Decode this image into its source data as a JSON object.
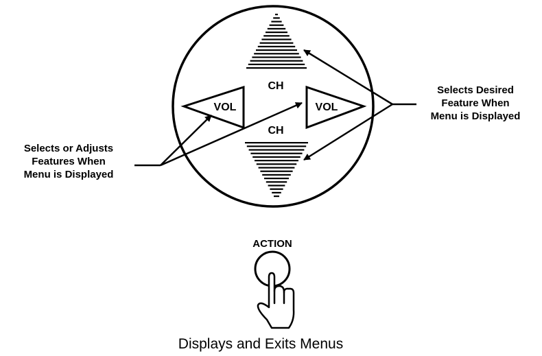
{
  "remote_keypad": {
    "ch_up_label": "CH",
    "ch_down_label": "CH",
    "vol_left_label": "VOL",
    "vol_right_label": "VOL"
  },
  "callouts": {
    "left": [
      "Selects or Adjusts",
      "Features When",
      "Menu is Displayed"
    ],
    "right": [
      "Selects Desired",
      "Feature When",
      "Menu is Displayed"
    ]
  },
  "action_button": {
    "label": "ACTION",
    "caption": "Displays and Exits Menus"
  },
  "colors": {
    "ink": "#000000",
    "background": "#ffffff"
  }
}
